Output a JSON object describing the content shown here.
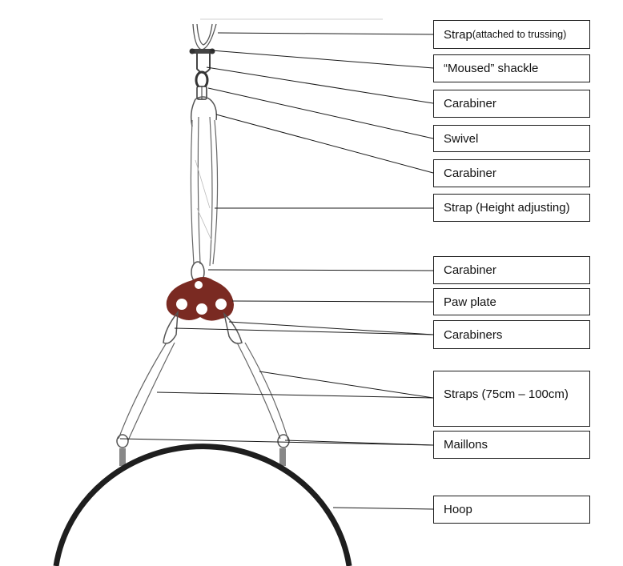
{
  "labels": [
    {
      "id": "strap-top",
      "text": "Strap",
      "suffix": " (attached to trussing)"
    },
    {
      "id": "moused-shackle",
      "text": "“Moused” shackle"
    },
    {
      "id": "carabiner-1",
      "text": "Carabiner"
    },
    {
      "id": "swivel",
      "text": "Swivel"
    },
    {
      "id": "carabiner-2",
      "text": "Carabiner"
    },
    {
      "id": "strap-height",
      "text": "Strap (Height adjusting)"
    },
    {
      "id": "carabiner-3",
      "text": "Carabiner"
    },
    {
      "id": "paw-plate",
      "text": "Paw plate"
    },
    {
      "id": "carabiners",
      "text": "Carabiners"
    },
    {
      "id": "straps",
      "text": "Straps (75cm – 100cm)"
    },
    {
      "id": "maillons",
      "text": "Maillons"
    },
    {
      "id": "hoop",
      "text": "Hoop"
    }
  ],
  "colors": {
    "paw_plate": "#7a2a22",
    "hoop": "#1e1e1e",
    "line": "#1a1a1a"
  }
}
